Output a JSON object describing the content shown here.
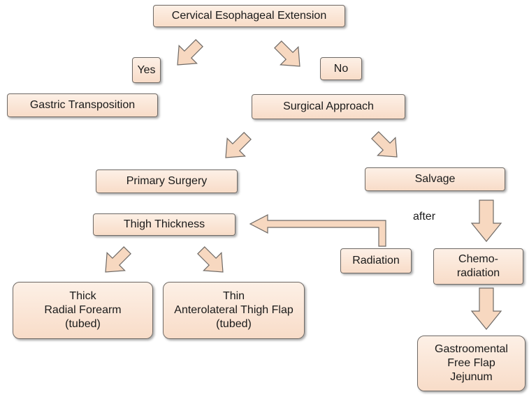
{
  "nodes": {
    "cervical": "Cervical Esophageal Extension",
    "yes": "Yes",
    "no": "No",
    "gastric": "Gastric Transposition",
    "surgical": "Surgical Approach",
    "primary": "Primary Surgery",
    "salvage": "Salvage",
    "thigh": "Thigh Thickness",
    "radiation": "Radiation",
    "chemo": [
      "Chemo-",
      "radiation"
    ],
    "thick": [
      "Thick",
      "Radial Forearm",
      "(tubed)"
    ],
    "thin": [
      "Thin",
      "Anterolateral Thigh Flap",
      "(tubed)"
    ],
    "gastro": [
      "Gastroomental",
      "Free Flap",
      "Jejunum"
    ]
  },
  "labels": {
    "after": "after"
  },
  "colors": {
    "box_fill_top": "#fdf0e6",
    "box_fill_bottom": "#f8dcc8",
    "border": "#6f6a66",
    "arrow_fill": "#f7d8c0"
  }
}
